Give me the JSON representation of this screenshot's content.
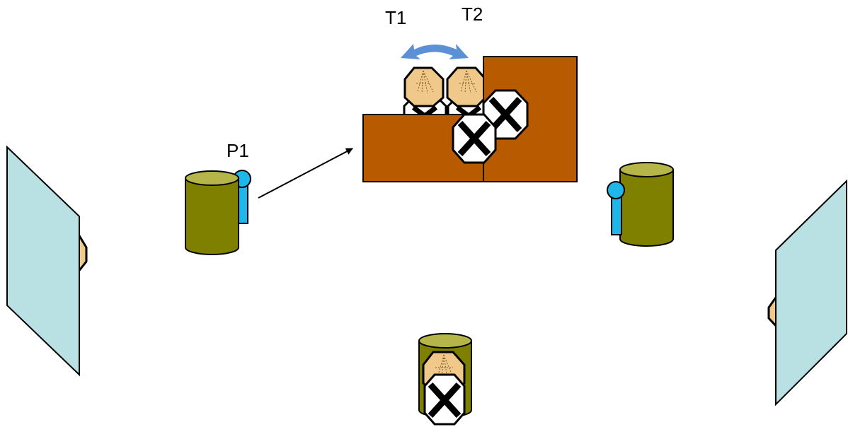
{
  "labels": {
    "t1": "T1",
    "t2": "T2",
    "p1": "P1"
  },
  "colors": {
    "panel": "#b9e0e3",
    "counter": "#b85a00",
    "can_body": "#7f7f00",
    "can_top": "#b5b54a",
    "hair": "#f0c98a",
    "head": "#1fb7ea",
    "swap_arrow": "#5b8fd6"
  },
  "icons": {
    "person": "octagon-face-icon",
    "bin": "can-icon",
    "screen": "panel-icon",
    "swap": "swap-arrow-icon"
  }
}
